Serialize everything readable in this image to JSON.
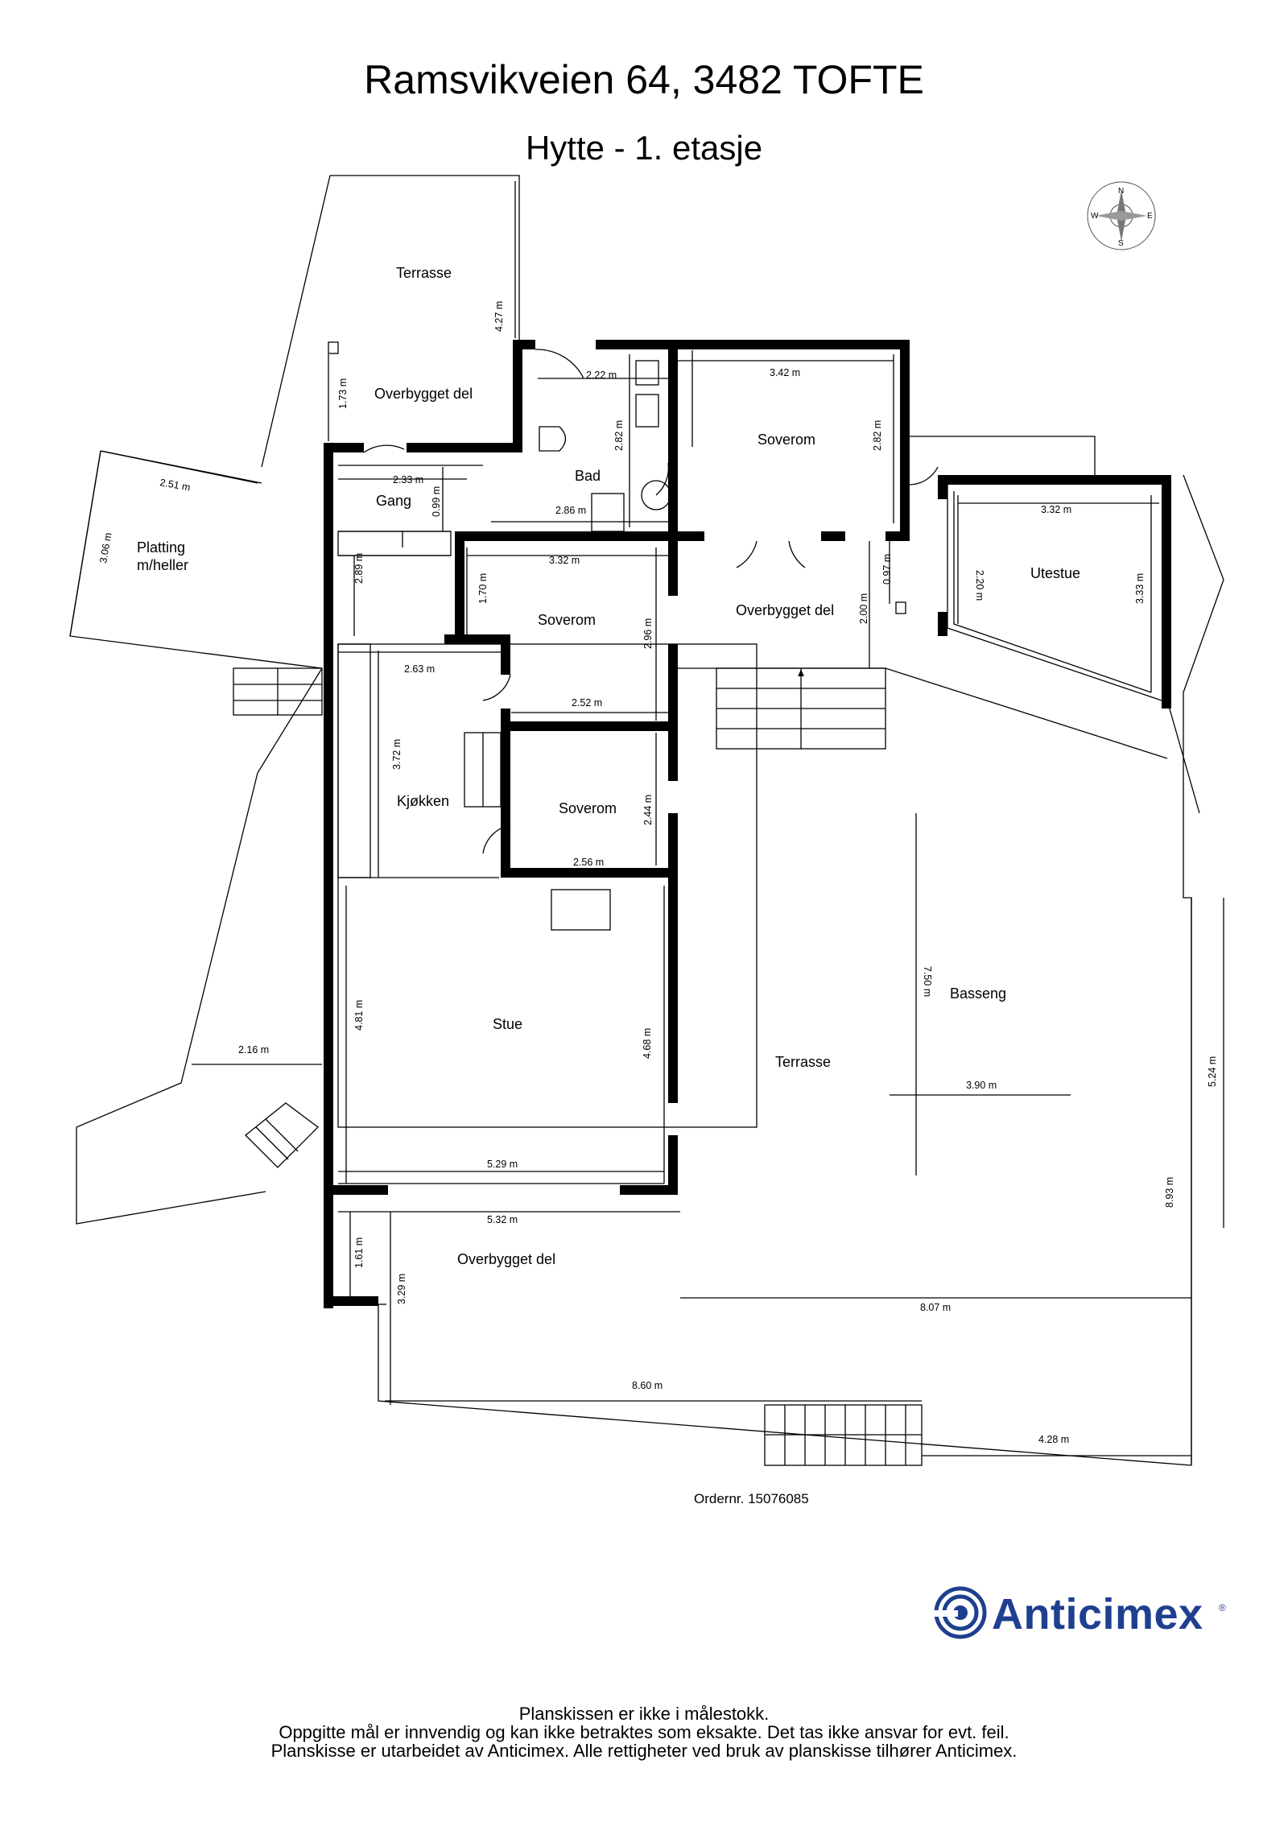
{
  "header": {
    "address": "Ramsvikveien 64, 3482 TOFTE",
    "floor": "Hytte - 1. etasje"
  },
  "compass": {
    "n": "N",
    "e": "E",
    "s": "S",
    "w": "W"
  },
  "rooms": {
    "terrasse_top": "Terrasse",
    "overbygget_top": "Overbygget del",
    "platting_1": "Platting",
    "platting_2": "m/heller",
    "gang": "Gang",
    "bad": "Bad",
    "soverom_1": "Soverom",
    "soverom_2": "Soverom",
    "soverom_3": "Soverom",
    "overbygget_mid": "Overbygget del",
    "utestue": "Utestue",
    "kjokken": "Kjøkken",
    "stue": "Stue",
    "basseng": "Basseng",
    "terrasse_main": "Terrasse",
    "overbygget_bottom": "Overbygget del"
  },
  "dimensions": {
    "d427": "4.27 m",
    "d173": "1.73 m",
    "d251": "2.51 m",
    "d306": "3.06 m",
    "d222": "2.22 m",
    "d282a": "2.82 m",
    "d342": "3.42 m",
    "d282b": "2.82 m",
    "d233": "2.33 m",
    "d099": "0.99 m",
    "d286": "2.86 m",
    "d332a": "3.32 m",
    "d170": "1.70 m",
    "d296": "2.96 m",
    "d289": "2.89 m",
    "d263": "2.63 m",
    "d252": "2.52 m",
    "d372": "3.72 m",
    "d244": "2.44 m",
    "d256": "2.56 m",
    "d332b": "3.32 m",
    "d220": "2.20 m",
    "d333": "3.33 m",
    "d097": "0.97 m",
    "d200": "2.00 m",
    "d750": "7.50 m",
    "d390": "3.90 m",
    "d524": "5.24 m",
    "d893": "8.93 m",
    "d481": "4.81 m",
    "d468": "4.68 m",
    "d216": "2.16 m",
    "d529": "5.29 m",
    "d532": "5.32 m",
    "d161": "1.61 m",
    "d329": "3.29 m",
    "d807": "8.07 m",
    "d860": "8.60 m",
    "d428": "4.28 m"
  },
  "order_number": "Ordernr. 15076085",
  "brand": {
    "name": "Anticimex",
    "registered": "®",
    "color": "#1f3f8f"
  },
  "footer": {
    "line1": "Planskissen er ikke i målestokk.",
    "line2": "Oppgitte mål er innvendig og kan ikke betraktes som eksakte. Det tas ikke ansvar for evt. feil.",
    "line3": "Planskisse er utarbeidet av Anticimex. Alle rettigheter ved bruk av planskisse tilhører Anticimex."
  }
}
